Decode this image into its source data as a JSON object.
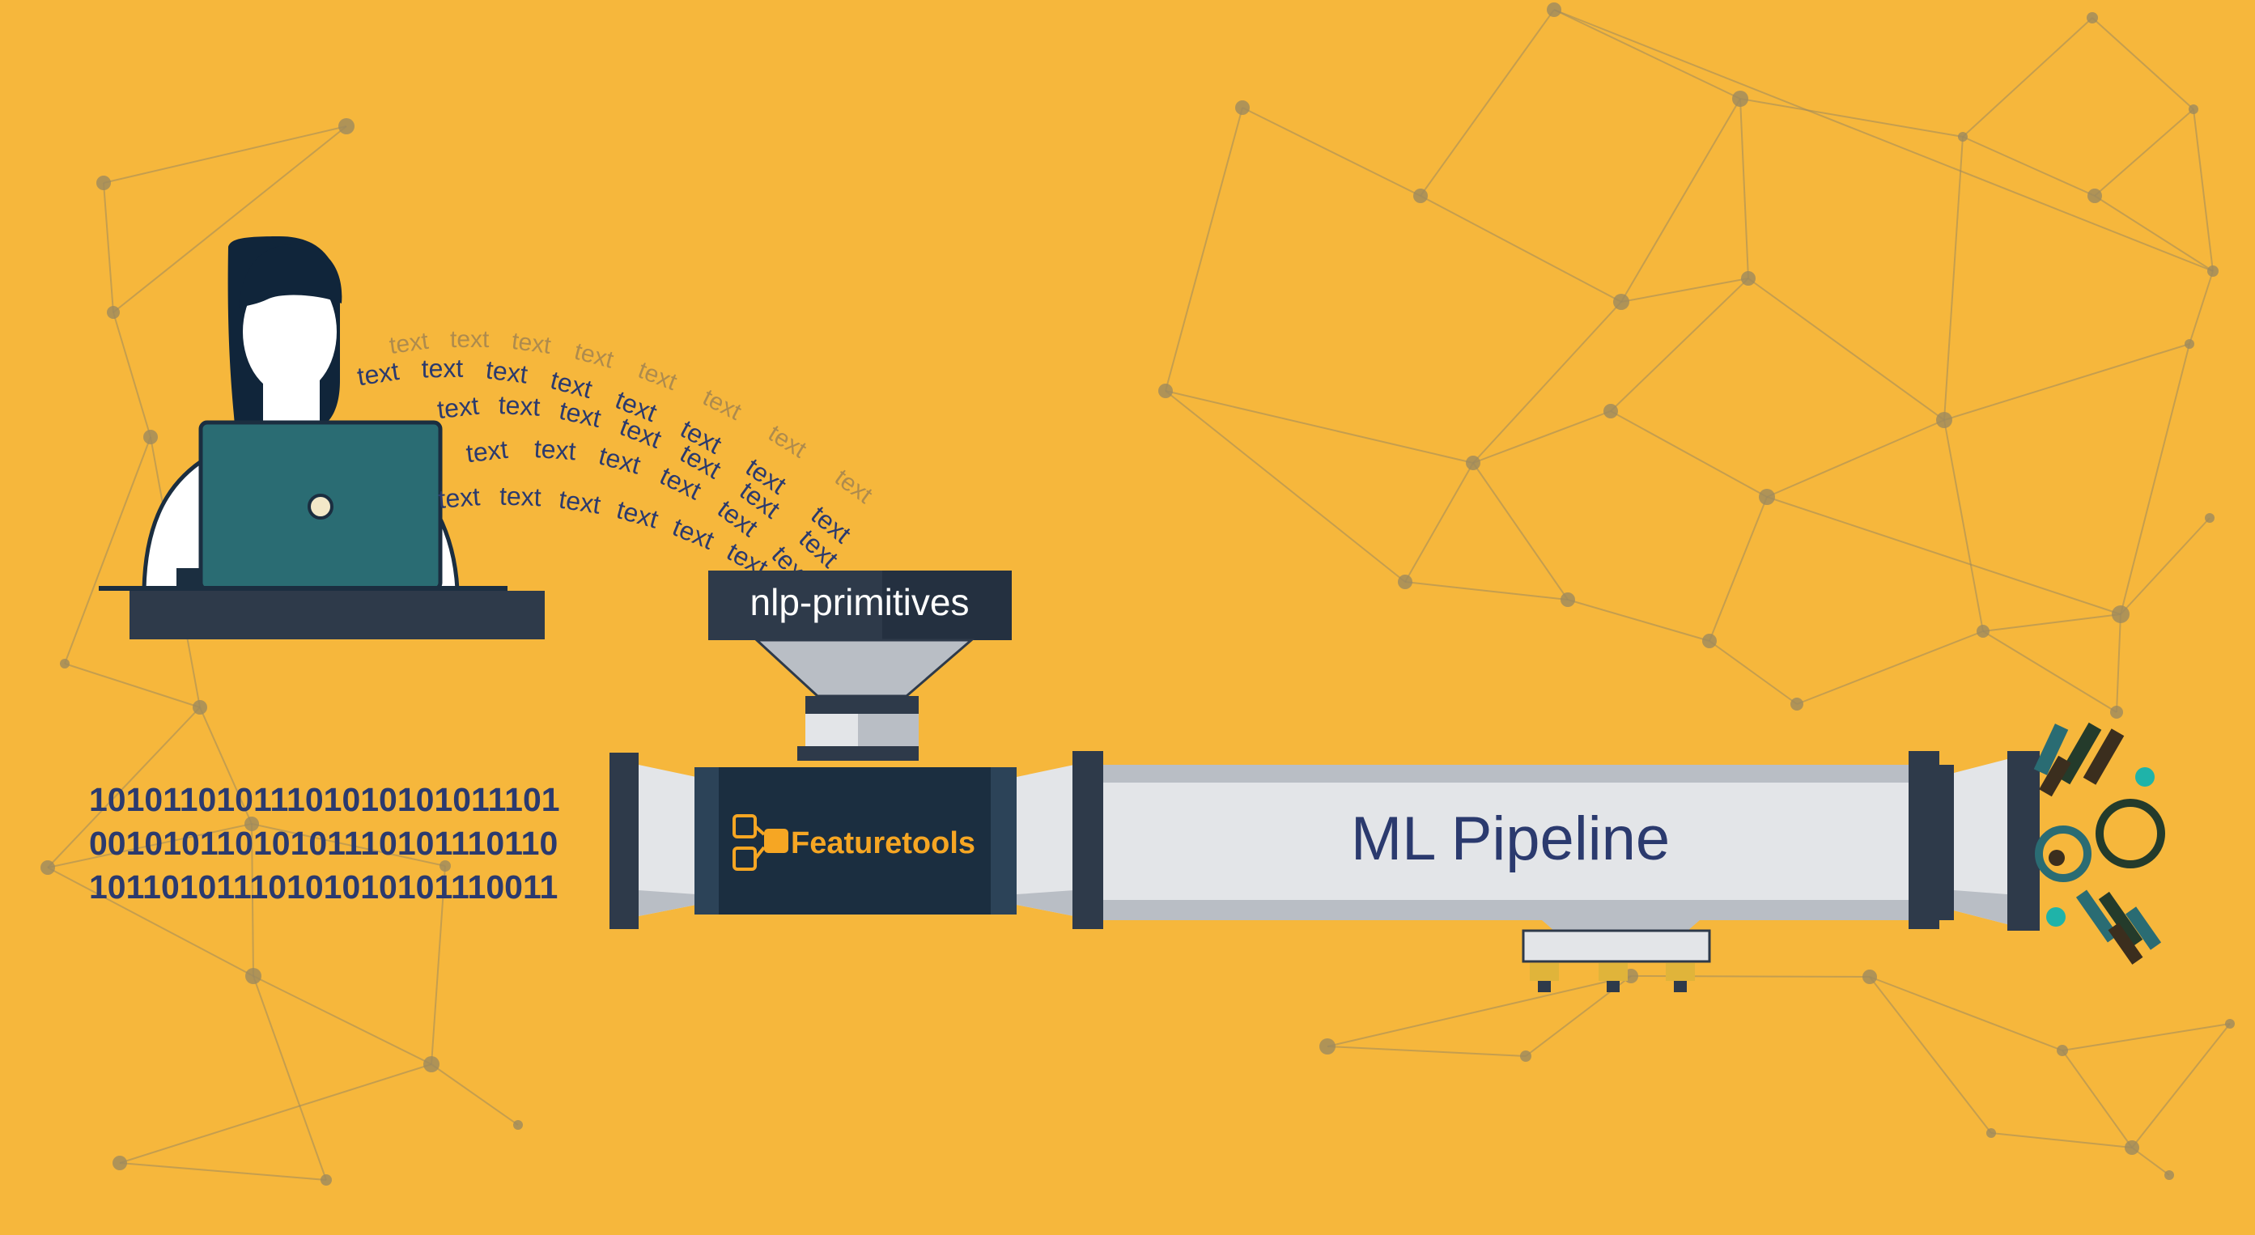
{
  "palette": {
    "background": "#F6B73C",
    "network": "#9E8A5E",
    "navy": "#2B3A6E",
    "dark": "#2E3A4A",
    "teal": "#2A6C73",
    "featuretools_box": "#1B2E40",
    "featuretools_text": "#F6A623",
    "pipe_light": "#E3E5E8",
    "pipe_mid": "#B9BEC5",
    "bolt": "#E0B43A"
  },
  "labels": {
    "nlp_primitives": "nlp-primitives",
    "featuretools": "Featuretools",
    "ml_pipeline": "ML Pipeline",
    "flow_word": "text",
    "binary_lines": [
      "10101101011101010101011101",
      "00101011010101110101110110",
      "10110101110101010101110011"
    ]
  },
  "icons": {
    "person": "woman-at-laptop-icon",
    "featuretools_logo": "featuretools-logo-icon",
    "funnel": "funnel-icon",
    "output": "feature-output-icon"
  }
}
